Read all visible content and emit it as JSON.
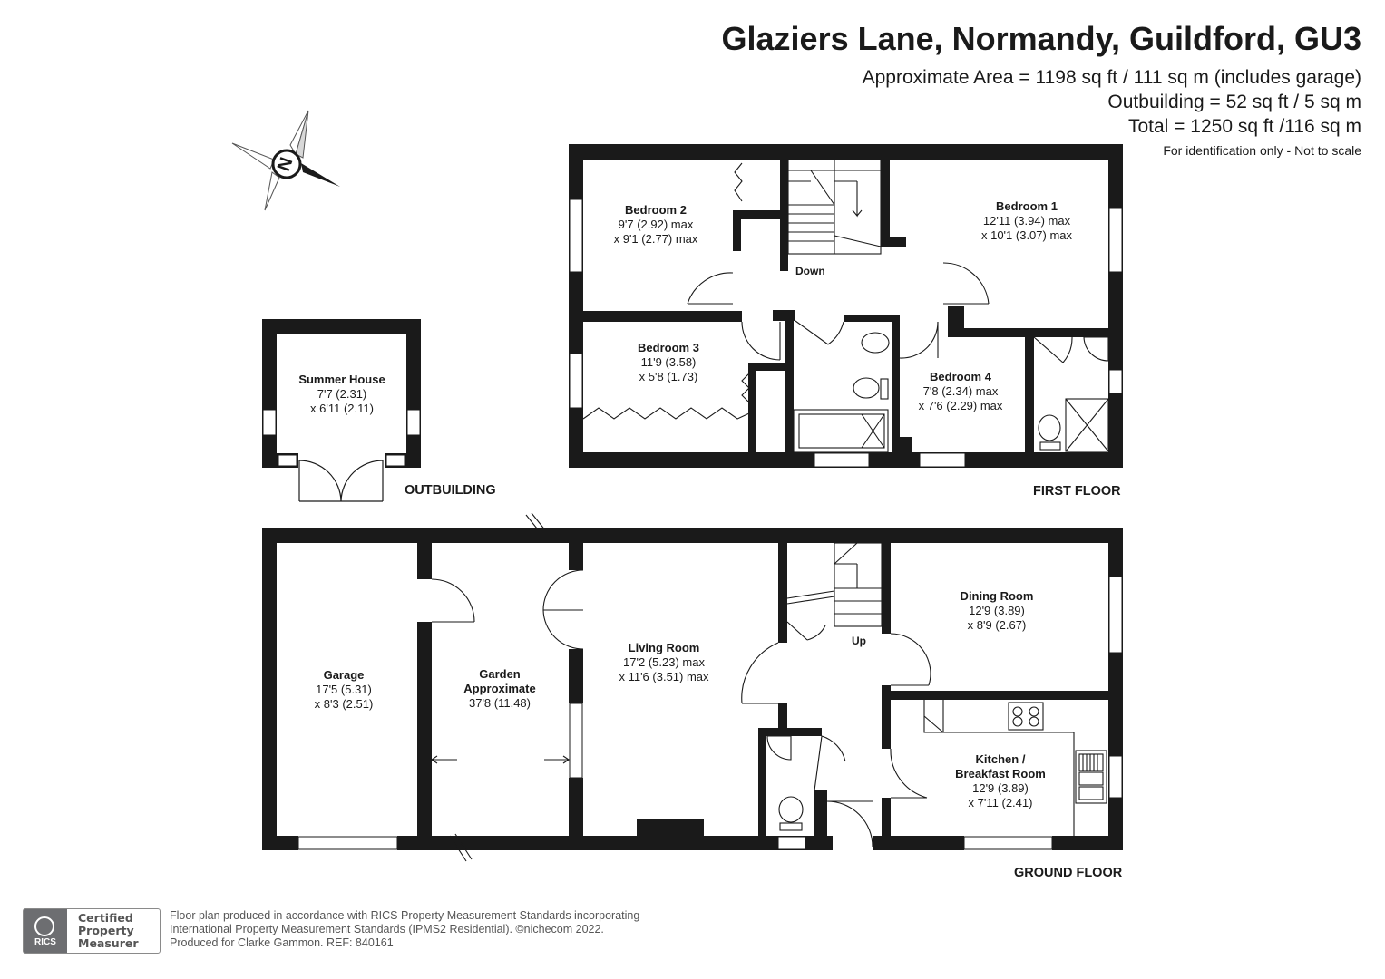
{
  "header": {
    "title": "Glaziers Lane, Normandy, Guildford, GU3",
    "area_line": "Approximate Area = 1198 sq ft / 111 sq m (includes garage)",
    "outbuilding_line": "Outbuilding = 52 sq ft / 5 sq m",
    "total_line": "Total = 1250 sq ft /116 sq m",
    "note": "For identification only - Not to scale"
  },
  "compass": {
    "letter": "N",
    "icon": "north-arrow-icon"
  },
  "floors": {
    "outbuilding": "OUTBUILDING",
    "first": "FIRST FLOOR",
    "ground": "GROUND FLOOR"
  },
  "rooms": {
    "summer_house": {
      "name": "Summer House",
      "d1": "7'7 (2.31)",
      "d2": "x 6'11 (2.11)"
    },
    "bedroom2": {
      "name": "Bedroom 2",
      "d1": "9'7 (2.92) max",
      "d2": "x 9'1 (2.77) max"
    },
    "bedroom1": {
      "name": "Bedroom 1",
      "d1": "12'11 (3.94) max",
      "d2": "x 10'1 (3.07) max"
    },
    "bedroom3": {
      "name": "Bedroom 3",
      "d1": "11'9 (3.58)",
      "d2": "x 5'8 (1.73)"
    },
    "bedroom4": {
      "name": "Bedroom 4",
      "d1": "7'8 (2.34) max",
      "d2": "x 7'6 (2.29) max"
    },
    "garage": {
      "name": "Garage",
      "d1": "17'5 (5.31)",
      "d2": "x 8'3 (2.51)"
    },
    "garden": {
      "name": "Garden",
      "name2": "Approximate",
      "d1": "37'8 (11.48)"
    },
    "living": {
      "name": "Living Room",
      "d1": "17'2 (5.23) max",
      "d2": "x 11'6 (3.51) max"
    },
    "dining": {
      "name": "Dining Room",
      "d1": "12'9 (3.89)",
      "d2": "x 8'9 (2.67)"
    },
    "kitchen": {
      "name": "Kitchen /",
      "name2": "Breakfast Room",
      "d1": "12'9 (3.89)",
      "d2": "x 7'11 (2.41)"
    }
  },
  "stairs": {
    "down": "Down",
    "up": "Up"
  },
  "footer": {
    "rics_logo_text": "RICS",
    "badge_line1": "Certified",
    "badge_line2": "Property",
    "badge_line3": "Measurer",
    "line1": "Floor plan produced in accordance with RICS Property Measurement Standards incorporating",
    "line2": "International Property Measurement Standards (IPMS2 Residential).  ©nichecom 2022.",
    "line3": "Produced for Clarke Gammon.  REF: 840161"
  },
  "colors": {
    "wall": "#1a1a1a",
    "text": "#1a1a1a",
    "footer_text": "#555555",
    "rics_grey": "#6d6e71"
  }
}
